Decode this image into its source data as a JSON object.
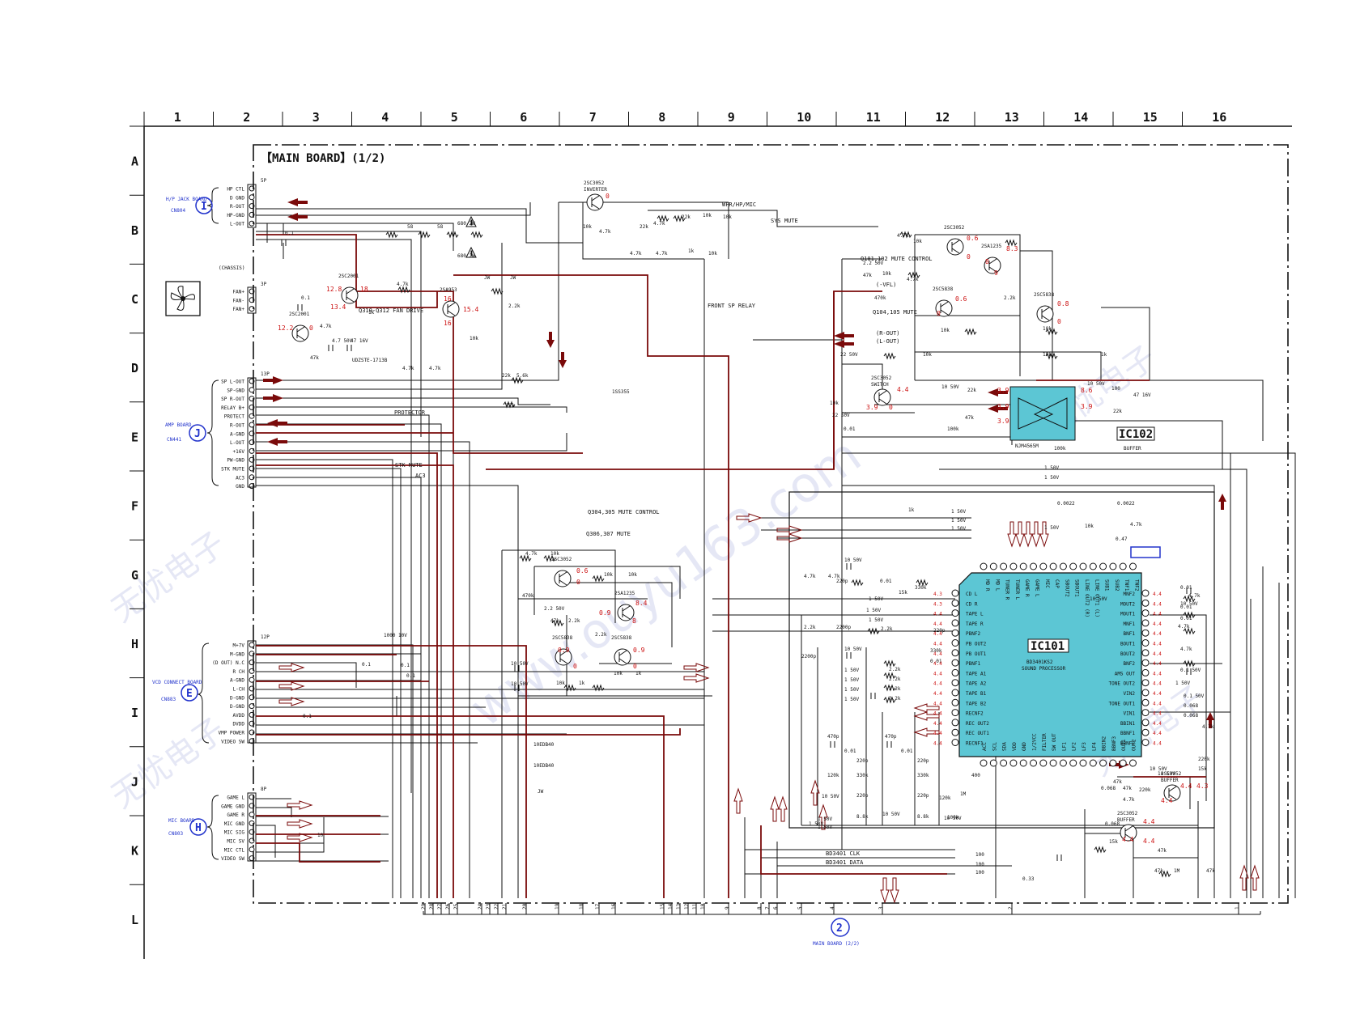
{
  "grid": {
    "columns": [
      "1",
      "2",
      "3",
      "4",
      "5",
      "6",
      "7",
      "8",
      "9",
      "10",
      "11",
      "12",
      "13",
      "14",
      "15",
      "16"
    ],
    "rows": [
      "A",
      "B",
      "C",
      "D",
      "E",
      "F",
      "G",
      "H",
      "I",
      "J",
      "K",
      "L"
    ]
  },
  "title": "【MAIN BOARD】(1/2)",
  "connectors": {
    "hp_jack": {
      "marker": "I",
      "name": "H/P JACK BOARD",
      "ref": "CN804",
      "pins_label": "5P",
      "pins": [
        "HP CTL",
        "D GND",
        "R-OUT",
        "HP-GND",
        "L-OUT"
      ]
    },
    "fan": {
      "pins_label": "3P",
      "pins": [
        "FAN+",
        "FAN-",
        "FAN+"
      ],
      "chassis": "(CHASSIS)"
    },
    "amp": {
      "marker": "J",
      "name": "AMP BOARD",
      "ref": "CN441",
      "pins_label": "13P",
      "pins": [
        "SP L-OUT",
        "SP-GND",
        "SP R-OUT",
        "RELAY B+",
        "PROTECT",
        "R-OUT",
        "A-GND",
        "L-OUT",
        "+16V",
        "PW-GND",
        "STK MUTE",
        "AC3",
        "GND"
      ]
    },
    "vcd": {
      "marker": "E",
      "name": "VCD CONNECT BOARD",
      "ref": "CN883",
      "pins_label": "12P",
      "pins": [
        "M+7V",
        "M-GND",
        "(D OUT) N.C",
        "R CH",
        "A-GND",
        "L-CH",
        "D-GND",
        "D-GND",
        "AVDD",
        "DVDD",
        "VMP POWER",
        "VIDEO SW"
      ]
    },
    "mic": {
      "marker": "H",
      "name": "MIC BOARD",
      "ref": "CN803",
      "pins_label": "8P",
      "pins": [
        "GAME L",
        "GAME GND",
        "GAME R",
        "MIC GND",
        "MIC SIG",
        "MIC SV",
        "MIC CTL",
        "VIDEO SW"
      ]
    },
    "main2": {
      "marker": "2",
      "name": "MAIN BOARD (2/2)"
    }
  },
  "ic101": {
    "ref": "IC101",
    "part": "BD3401KS2",
    "function": "SOUND PROCESSOR",
    "left_pins": [
      "CD L",
      "CD R",
      "TAPE L",
      "TAPE R",
      "PBNF2",
      "PB OUT2",
      "PB OUT1",
      "PBNF1",
      "TAPE A1",
      "TAPE A2",
      "TAPE B1",
      "TAPE B2",
      "RECNF2",
      "REC OUT2",
      "REC OUT1",
      "RECNF1"
    ],
    "right_pins": [
      "MNF2",
      "MOUT2",
      "MOUT1",
      "MNF1",
      "BNF1",
      "BOUT1",
      "BOUT2",
      "BNF2",
      "AMS OUT",
      "TONE OUT2",
      "VIN2",
      "TONE OUT1",
      "VIN1",
      "BBIN1",
      "BBNF1",
      "BBNF2"
    ],
    "top_pins": [
      "MD R",
      "MD L",
      "TUNER R",
      "TUNER L",
      "GAME R",
      "GAME L",
      "MIC",
      "CAP",
      "SBOUT2",
      "SBOUT1",
      "LINE OUT2 (R)",
      "LINE OUT1 (L)",
      "SUB1",
      "SUB2",
      "TNF1",
      "TNF2"
    ],
    "bottom_pins": [
      "ACC",
      "SCL",
      "SDA",
      "VDD",
      "GND",
      "1/2VCC",
      "FILTER",
      "SW OUT",
      "LF1",
      "LF2",
      "LF3",
      "LF4",
      "BBIN2",
      "BBNF3",
      "OUT1",
      "OUT2"
    ]
  },
  "ic102": {
    "ref": "IC102",
    "part": "NJM4565M",
    "function": "BUFFER"
  },
  "transistors": [
    {
      "part": "2SC3052",
      "role": "INVERTER"
    },
    {
      "part": "2SC2001",
      "role": ""
    },
    {
      "part": "2SC2001",
      "role": ""
    },
    {
      "part": "2SA953",
      "role": ""
    },
    {
      "part": "2SC3052",
      "role": "SWITCH"
    },
    {
      "part": "2SC3052",
      "role": ""
    },
    {
      "part": "2SA1235",
      "role": ""
    },
    {
      "part": "2SC5838",
      "role": ""
    },
    {
      "part": "2SC5838",
      "role": ""
    },
    {
      "part": "2SC3052",
      "role": ""
    },
    {
      "part": "2SA1235",
      "role": ""
    },
    {
      "part": "2SC5838",
      "role": ""
    },
    {
      "part": "2SC5838",
      "role": ""
    },
    {
      "part": "2SC3052",
      "role": "BUFFER"
    },
    {
      "part": "2SC3052",
      "role": "BUFFER"
    }
  ],
  "block_labels": {
    "fan_drive": "Q310-Q312 FAN DRIVE",
    "mute_control_1": "Q101,102 MUTE CONTROL",
    "mute_1": "Q104,105 MUTE",
    "mute_control_2": "Q304,305 MUTE CONTROL",
    "mute_2": "Q306,307 MUTE",
    "front_sp_relay": "FRONT SP RELAY",
    "sys_mute": "SYS MUTE",
    "wfr": "WFR/HP/MIC",
    "protector": "PROTECTOR",
    "stk_mute": "STK MUTE",
    "ac3": "AC3",
    "vfl": "(-VFL)",
    "r_out": "(R-OUT)",
    "l_out": "(L-OUT)",
    "bd_clk": "BD3401 CLK",
    "bd_data": "BD3401 DATA",
    "zener": "UDZSTE-1713B",
    "diode1": "1SS355",
    "diode2": "10EDB40",
    "diode3": "10EDB40"
  },
  "voltages": {
    "q_inv": "0",
    "q_fan1_a": "12.8",
    "q_fan1_b": "13.4",
    "q_fan1_c": "18",
    "q_fan2": "12.2",
    "q_fan2_b": "0",
    "q_953_a": "16",
    "q_953_b": "15.4",
    "q_953_c": "16",
    "q_sw_a": "4.4",
    "q_sw_b": "3.9",
    "q_sw_c": "0",
    "q_b1_a": "0.6",
    "q_b1_b": "0",
    "q_b2_a": "8.3",
    "q_b2_b": "9",
    "q_b2_c": "8",
    "q_c1_a": "0.6",
    "q_c1_b": "0",
    "q_c2_a": "0.8",
    "q_c2_b": "0",
    "ic102_a": "3.9",
    "ic102_b": "3.9",
    "ic102_c": "3.9",
    "ic102_d": "8.6",
    "ic102_e": "3.9",
    "q_g1": "0.6",
    "q_g1_b": "0",
    "q_g2": "8.4",
    "q_g2_b": "0.9",
    "q_g2_c": "8",
    "q_h1": "0.9",
    "q_h1_b": "0",
    "q_h2": "0.9",
    "q_h2_b": "0",
    "q_buf1_a": "4.4",
    "q_buf1_b": "4.4",
    "q_buf1_c": "4.4",
    "q_buf2_a": "4.4",
    "q_buf2_b": "4.4",
    "q_buf2_c": "4.3",
    "ic_left": [
      "4.3",
      "4.3",
      "4.4",
      "4.4",
      "4.4",
      "4.4",
      "4.4",
      "4.4",
      "4.4",
      "4.4",
      "4.4",
      "4.4",
      "4.4",
      "4.4",
      "4.4",
      "4.4"
    ],
    "ic_right": [
      "4.4",
      "4.4",
      "4.4",
      "4.4",
      "4.4",
      "4.4",
      "4.4",
      "4.4",
      "4.4",
      "4.4",
      "4.4",
      "4.4",
      "4.4",
      "4.4",
      "4.4",
      "4.4"
    ]
  },
  "components": {
    "r_a": "4.7k",
    "r_b": "10k",
    "r_c": "22k",
    "r_d": "47k",
    "r_e": "2.2k",
    "r_f": "100",
    "r_g": "330k",
    "r_h": "220k",
    "r_i": "1k",
    "r_j": "15k",
    "r_k": "470k",
    "r_l": "1M",
    "r_m": "5.6k",
    "r_n": "100k",
    "r_o": "120k",
    "r_p": "8.8k",
    "r_q": "58",
    "c_a": "0.1",
    "c_b": "2.2 50V",
    "c_c": "10 50V",
    "c_d": "47 16V",
    "c_e": "1 50V",
    "c_f": "0.01",
    "c_g": "0.0022",
    "c_h": "0.47",
    "c_i": "0.068",
    "c_j": "0.33",
    "c_k": "22 50V",
    "c_l": "4.7 50V",
    "c_m": "1000 10V",
    "c_n": "680 2W",
    "c_o": "220p",
    "c_p": "2200p",
    "c_q": "470p",
    "c_r": "400",
    "c_s": "47 16V",
    "c_t": "0.1 50V",
    "jw": "JW",
    "pin_num": "10"
  },
  "bottom_pins": [
    "29",
    "28",
    "27",
    "26",
    "25",
    "24",
    "23",
    "22",
    "21",
    "20",
    "19",
    "18",
    "17",
    "16",
    "15",
    "14",
    "13",
    "12",
    "11",
    "10",
    "9",
    "8",
    "7",
    "6",
    "5",
    "4",
    "3",
    "2",
    "1"
  ],
  "watermarks": [
    "无忧电子",
    "www.ouyu163.com"
  ]
}
